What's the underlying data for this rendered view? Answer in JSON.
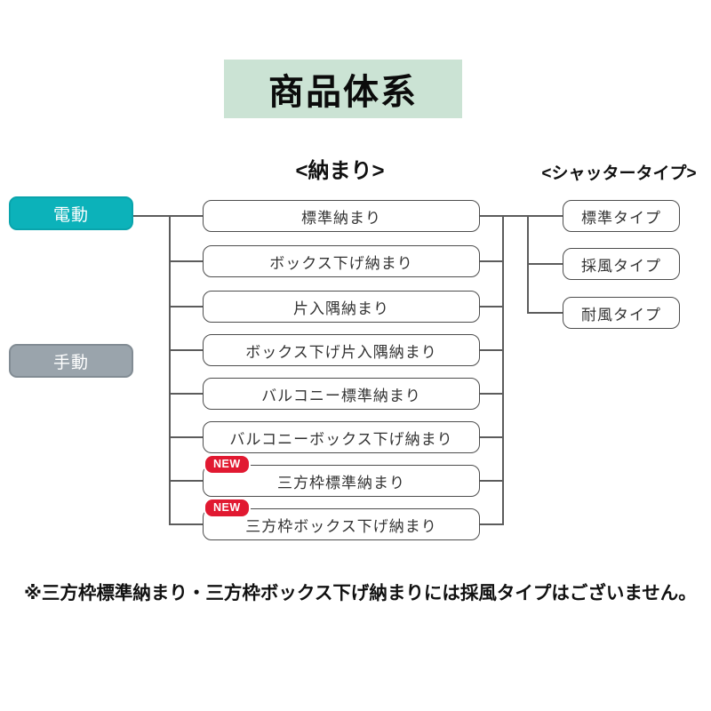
{
  "title": "商品体系",
  "headers": {
    "osamari": "<納まり>",
    "shutter_type": "<シャッタータイプ>"
  },
  "drive_buttons": [
    {
      "label": "電動",
      "color": "#0cb2ba"
    },
    {
      "label": "手動",
      "color": "#9aa4ac"
    }
  ],
  "osamari_items": [
    {
      "label": "標準納まり",
      "new": false
    },
    {
      "label": "ボックス下げ納まり",
      "new": false
    },
    {
      "label": "片入隅納まり",
      "new": false
    },
    {
      "label": "ボックス下げ片入隅納まり",
      "new": false
    },
    {
      "label": "バルコニー標準納まり",
      "new": false
    },
    {
      "label": "バルコニーボックス下げ納まり",
      "new": false
    },
    {
      "label": "三方枠標準納まり",
      "new": true
    },
    {
      "label": "三方枠ボックス下げ納まり",
      "new": true
    }
  ],
  "shutter_types": [
    {
      "label": "標準タイプ"
    },
    {
      "label": "採風タイプ"
    },
    {
      "label": "耐風タイプ"
    }
  ],
  "badge": {
    "label": "NEW",
    "color": "#e11931"
  },
  "note": "※三方枠標準納まり・三方枠ボックス下げ納まりには採風タイプはございません。",
  "colors": {
    "title_background": "#cbe3d4",
    "electric_teal": "#0cb2ba",
    "manual_gray": "#9aa4ac",
    "badge_red": "#e11931",
    "line_gray": "#5c5c5c",
    "box_border": "#4d4d4d"
  }
}
